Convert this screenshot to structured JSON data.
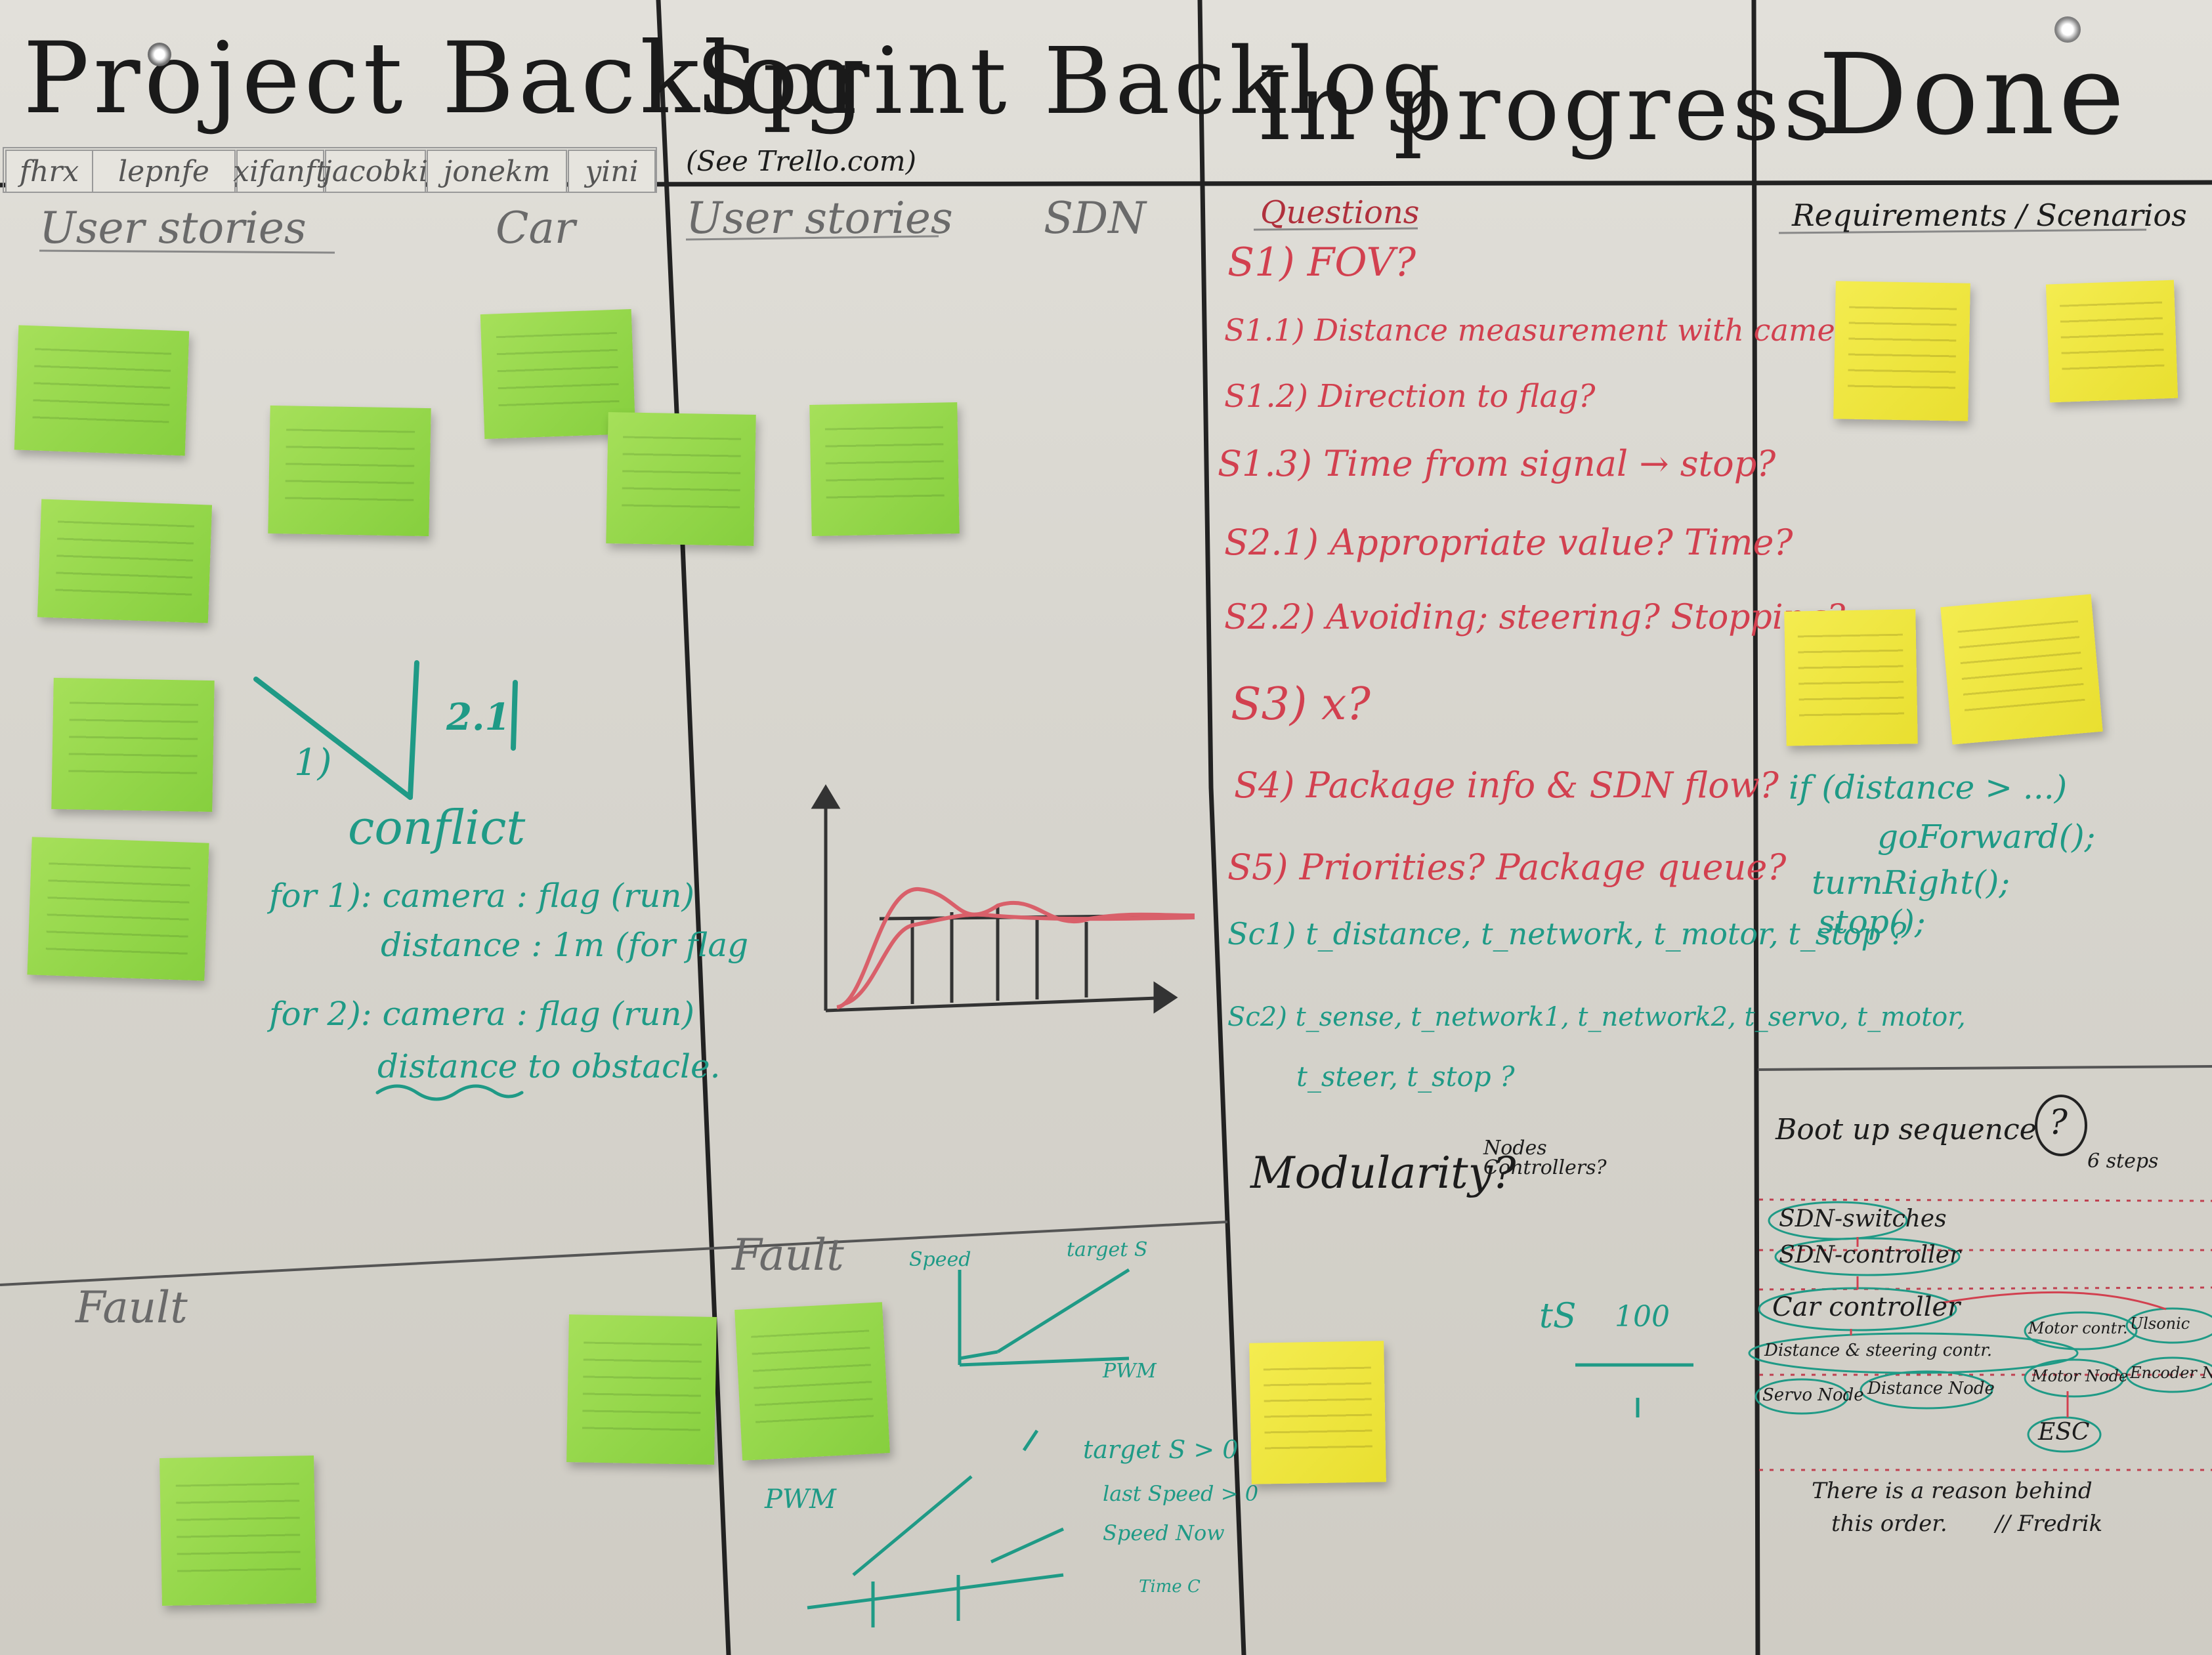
{
  "columns": {
    "project_backlog": "Project Backlog",
    "sprint_backlog": "Sprint Backlog",
    "in_progress": "In progress",
    "done": "Done"
  },
  "names": [
    "fhrx",
    "lepnfe",
    "xifanft",
    "jacobki",
    "jonekm",
    "yini"
  ],
  "sprint_subtitle": "(See Trello.com)",
  "project": {
    "user_stories": "User stories",
    "car": "Car",
    "fault": "Fault",
    "label_1": "1)",
    "label_2": "2.1",
    "conflict": "conflict",
    "for1_a": "for 1): camera : flag (run)",
    "for1_b": "distance : 1m (for flag",
    "for2_a": "for 2): camera : flag (run)",
    "for2_b": "distance to obstacle."
  },
  "sprint": {
    "user_stories": "User stories",
    "sdn": "SDN",
    "fault": "Fault",
    "speed": "Speed",
    "target_s": "target S",
    "pwm": "PWM",
    "pwm2": "PWM",
    "notes": [
      "target S > 0",
      "last Speed > 0",
      "Speed Now",
      "Time C"
    ]
  },
  "progress": {
    "questions": "Questions",
    "q": [
      "S1) FOV?",
      "S1.1) Distance measurement with camera",
      "S1.2) Direction to flag?",
      "S1.3) Time from signal → stop?",
      "S2.1) Appropriate value? Time?",
      "S2.2) Avoiding; steering? Stopping?",
      "S3) x?",
      "S4) Package info & SDN flow?",
      "S5) Priorities? Package queue?",
      "Sc1) t_distance, t_network, t_motor, t_stop ?",
      "Sc2) t_sense, t_network1, t_network2, t_servo, t_motor,",
      "t_steer, t_stop ?"
    ],
    "modularity": "Modularity?",
    "nodes_controllers": "Nodes Controllers?",
    "ts": "tS",
    "hundred": "100"
  },
  "done": {
    "requirements": "Requirements / Scenarios",
    "code": [
      "if (distance > ...)",
      "goForward();",
      "turnRight();",
      "stop();"
    ],
    "boot_title": "Boot up sequence",
    "question_mark": "?",
    "six_steps": "6 steps",
    "boot_nodes": [
      "SDN-switches",
      "SDN-controller",
      "Car controller",
      "Distance & steering contr.",
      "Motor contr.",
      "Ulsonic",
      "Servo Node",
      "Distance Node",
      "Motor Node",
      "Encoder Node",
      "ESC"
    ],
    "reason_1": "There is a reason behind",
    "reason_2": "this order.",
    "signature": "// Fredrik"
  },
  "colors": {
    "board": "#dcd9d2",
    "marker_black": "#1c1c1c",
    "marker_red": "#d2404f",
    "marker_green": "#1f9a86",
    "note_green": "#98d94c",
    "note_yellow": "#f0e640"
  }
}
